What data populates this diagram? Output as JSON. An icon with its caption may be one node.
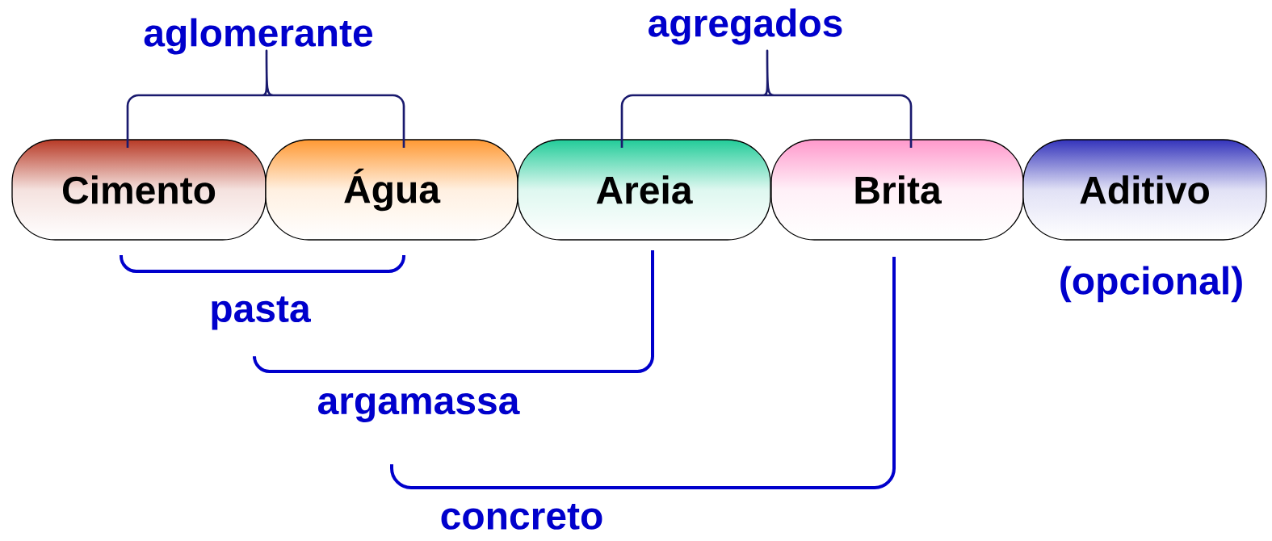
{
  "diagram": {
    "nodes": [
      {
        "text": [
          "Cimento"
        ]
      },
      {
        "text": [
          "Água"
        ]
      },
      {
        "text": [
          "Areia"
        ]
      },
      {
        "text": [
          "Brita"
        ]
      },
      {
        "text": [
          "Aditivo"
        ],
        "beside": [
          "(opcional)"
        ]
      }
    ],
    "labels": [
      "aglomerante",
      "agregados",
      "pasta",
      "argamassa",
      "concreto"
    ]
  }
}
